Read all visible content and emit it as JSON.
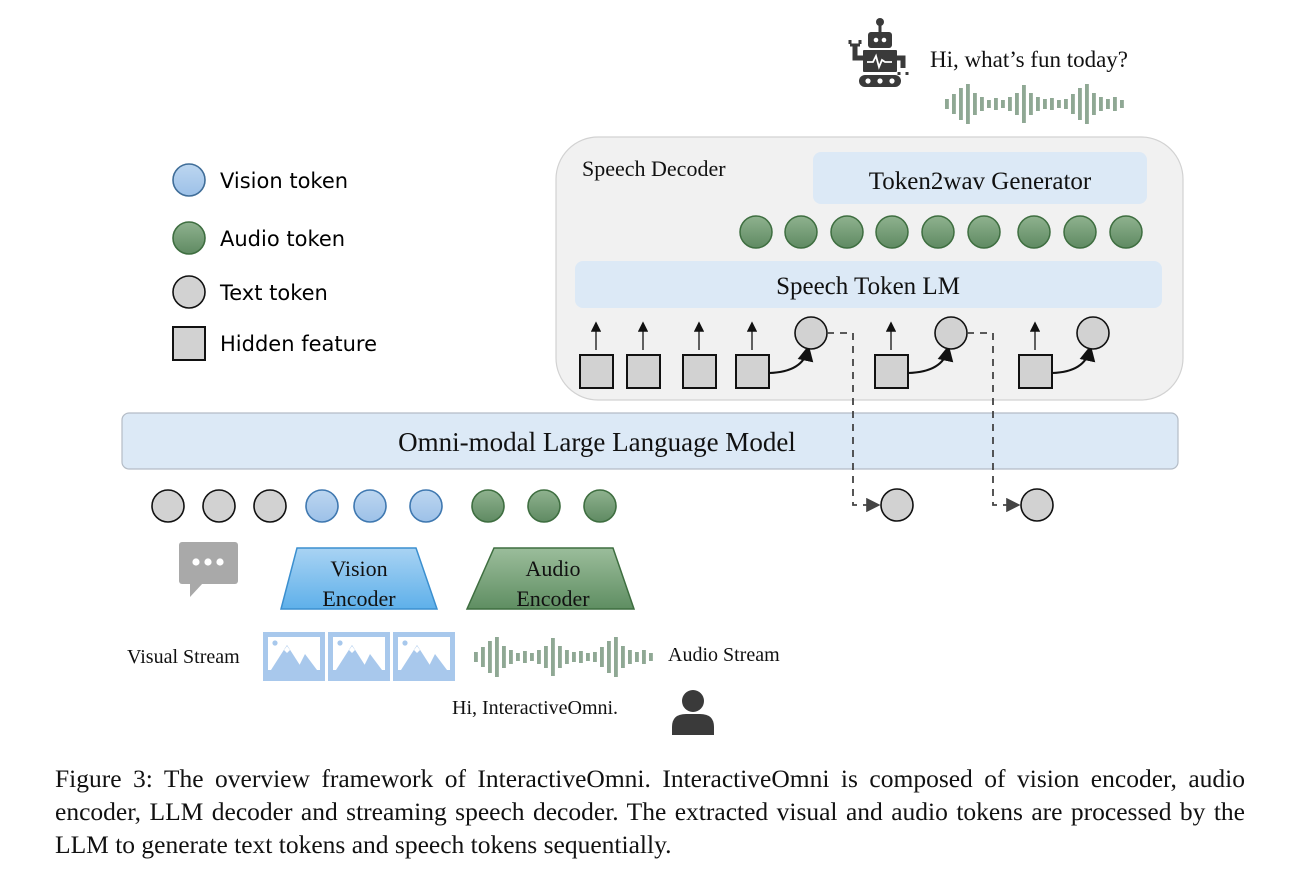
{
  "legend": {
    "items": [
      {
        "label": "Vision token",
        "shape": "circle",
        "color": "#a8c8ec"
      },
      {
        "label": "Audio token",
        "shape": "circle",
        "color": "#6f9a70"
      },
      {
        "label": "Text token",
        "shape": "circle",
        "color": "#d0d0d0"
      },
      {
        "label": "Hidden feature",
        "shape": "square",
        "color": "#d0d0d0"
      }
    ]
  },
  "robot": {
    "speech": "Hi, what’s fun today?"
  },
  "speech_decoder": {
    "title": "Speech Decoder",
    "token2wav_label": "Token2wav Generator",
    "speech_token_lm_label": "Speech Token LM",
    "audio_token_count": 9
  },
  "llm": {
    "label": "Omni-modal Large Language Model"
  },
  "input_tokens": {
    "text": 3,
    "vision": 3,
    "audio": 3
  },
  "encoders": {
    "vision_line1": "Vision",
    "vision_line2": "Encoder",
    "audio_line1": "Audio",
    "audio_line2": "Encoder"
  },
  "streams": {
    "visual_label": "Visual Stream",
    "audio_label": "Audio Stream",
    "frame_count": 3
  },
  "user": {
    "speech": "Hi, InteractiveOmni."
  },
  "colors": {
    "vision_fill": "#a8c8ec",
    "vision_stroke": "#3f78b0",
    "audio_fill": "#6f9a70",
    "audio_stroke": "#3e6e40",
    "text_fill": "#d2d2d2",
    "panel_blue": "#dce9f6",
    "decoder_bg": "#f1f1f1",
    "wave": "#8fa894",
    "icon_dark": "#3a3a3a"
  },
  "caption": "Figure 3: The overview framework of InteractiveOmni. InteractiveOmni is composed of vision encoder, audio encoder, LLM decoder and streaming speech decoder. The extracted visual and audio tokens are processed by the LLM to generate text tokens and speech tokens sequentially."
}
